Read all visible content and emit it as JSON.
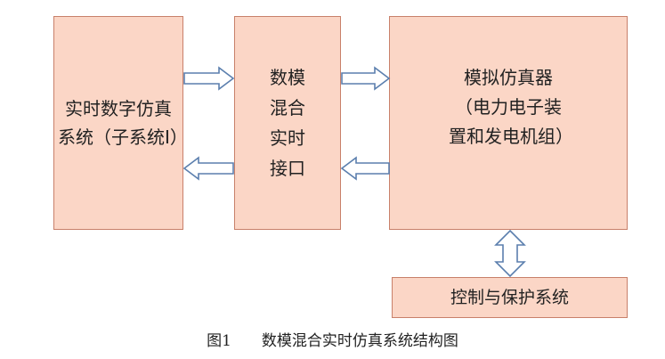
{
  "diagram": {
    "blocks": {
      "realtime_digital_sim": "实时数字仿真系统（子系统Ⅰ）",
      "hybrid_interface": "数模混合实时接口",
      "analog_simulator": "模拟仿真器（电力电子装置和发电机组）",
      "control_protection": "控制与保护系统"
    },
    "connectors": [
      {
        "from": "realtime_digital_sim",
        "to": "hybrid_interface",
        "style": "hollow-arrow"
      },
      {
        "from": "hybrid_interface",
        "to": "realtime_digital_sim",
        "style": "hollow-arrow"
      },
      {
        "from": "hybrid_interface",
        "to": "analog_simulator",
        "style": "hollow-arrow"
      },
      {
        "from": "analog_simulator",
        "to": "hybrid_interface",
        "style": "hollow-arrow"
      },
      {
        "from": "analog_simulator",
        "to": "control_protection",
        "style": "hollow-double-arrow"
      }
    ],
    "colors": {
      "box_fill": "#fbd6c6",
      "box_border": "#c8806a",
      "arrow_stroke": "#5b7fae",
      "text": "#222222"
    }
  },
  "caption": {
    "number": "图1",
    "title": "数模混合实时仿真系统结构图"
  }
}
